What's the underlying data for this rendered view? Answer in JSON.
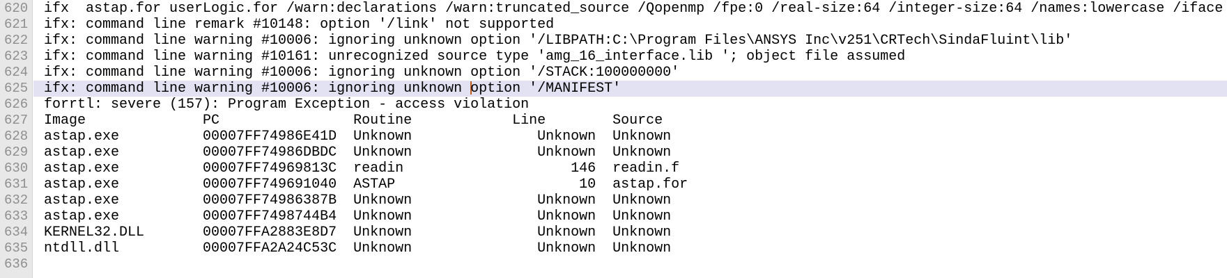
{
  "editor": {
    "colors": {
      "background": "#ffffff",
      "gutter_background": "#e8e8e8",
      "line_number": "#8f8f8f",
      "text": "#000000",
      "current_line_background": "#e2e2f3",
      "caret": "#bf5b1d"
    },
    "first_line_number": 620,
    "last_line_number": 636,
    "lines": [
      {
        "num": "620",
        "text": "ifx  astap.for userLogic.for /warn:declarations /warn:truncated_source /Qopenmp /fpe:0 /real-size:64 /integer-size:64 /names:lowercase /iface"
      },
      {
        "num": "621",
        "text": "ifx: command line remark #10148: option '/link' not supported"
      },
      {
        "num": "622",
        "text": "ifx: command line warning #10006: ignoring unknown option '/LIBPATH:C:\\Program Files\\ANSYS Inc\\v251\\CRTech\\SindaFluint\\lib'"
      },
      {
        "num": "623",
        "text": "ifx: command line warning #10161: unrecognized source type 'amg_16_interface.lib '; object file assumed"
      },
      {
        "num": "624",
        "text": "ifx: command line warning #10006: ignoring unknown option '/STACK:100000000'"
      },
      {
        "num": "625",
        "current": true,
        "text_before_caret": "ifx: command line warning #10006: ignoring unknown ",
        "text_after_caret": "option '/MANIFEST'"
      },
      {
        "num": "626",
        "text": "forrtl: severe (157): Program Exception - access violation"
      },
      {
        "num": "627",
        "text": "Image              PC                Routine            Line        Source"
      },
      {
        "num": "628",
        "text": "astap.exe          00007FF74986E41D  Unknown               Unknown  Unknown"
      },
      {
        "num": "629",
        "text": "astap.exe          00007FF74986DBDC  Unknown               Unknown  Unknown"
      },
      {
        "num": "630",
        "text": "astap.exe          00007FF74969813C  readin                    146  readin.f"
      },
      {
        "num": "631",
        "text": "astap.exe          00007FF749691040  ASTAP                      10  astap.for"
      },
      {
        "num": "632",
        "text": "astap.exe          00007FF74986387B  Unknown               Unknown  Unknown"
      },
      {
        "num": "633",
        "text": "astap.exe          00007FF7498744B4  Unknown               Unknown  Unknown"
      },
      {
        "num": "634",
        "text": "KERNEL32.DLL       00007FFA2883E8D7  Unknown               Unknown  Unknown"
      },
      {
        "num": "635",
        "text": "ntdll.dll          00007FFA2A24C53C  Unknown               Unknown  Unknown"
      },
      {
        "num": "636",
        "text": ""
      }
    ],
    "traceback_table": {
      "headers": [
        "Image",
        "PC",
        "Routine",
        "Line",
        "Source"
      ],
      "rows": [
        [
          "astap.exe",
          "00007FF74986E41D",
          "Unknown",
          "Unknown",
          "Unknown"
        ],
        [
          "astap.exe",
          "00007FF74986DBDC",
          "Unknown",
          "Unknown",
          "Unknown"
        ],
        [
          "astap.exe",
          "00007FF74969813C",
          "readin",
          "146",
          "readin.f"
        ],
        [
          "astap.exe",
          "00007FF749691040",
          "ASTAP",
          "10",
          "astap.for"
        ],
        [
          "astap.exe",
          "00007FF74986387B",
          "Unknown",
          "Unknown",
          "Unknown"
        ],
        [
          "astap.exe",
          "00007FF7498744B4",
          "Unknown",
          "Unknown",
          "Unknown"
        ],
        [
          "KERNEL32.DLL",
          "00007FFA2883E8D7",
          "Unknown",
          "Unknown",
          "Unknown"
        ],
        [
          "ntdll.dll",
          "00007FFA2A24C53C",
          "Unknown",
          "Unknown",
          "Unknown"
        ]
      ],
      "error_message": "forrtl: severe (157): Program Exception - access violation"
    }
  }
}
